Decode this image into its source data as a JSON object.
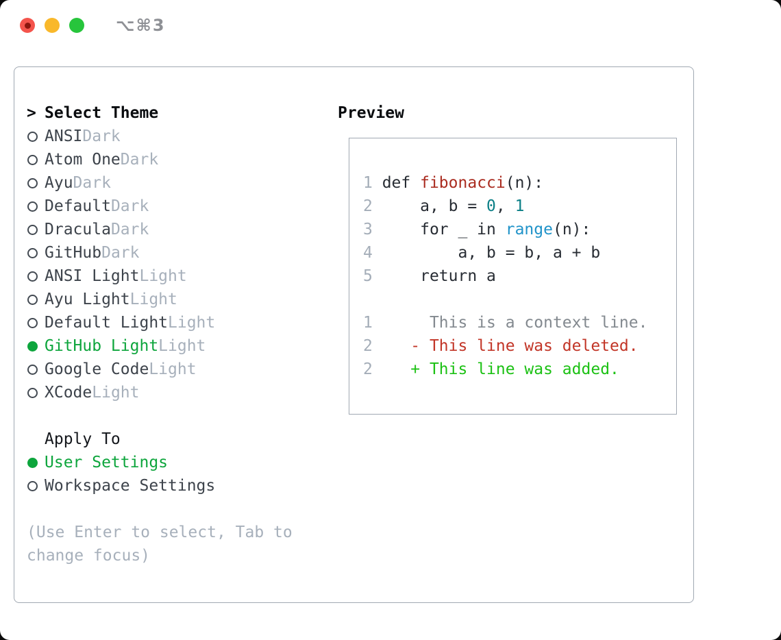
{
  "window": {
    "title": "⌥⌘3",
    "controls": [
      "close",
      "minimize",
      "zoom"
    ]
  },
  "colors": {
    "accent_green": "#0da53c",
    "diff_added_green": "#1cc114",
    "diff_deleted_red": "#c23527",
    "function_red": "#aa2c20",
    "number_teal": "#0b7f86",
    "builtin_blue": "#2093c9",
    "muted_gray": "#a7b0bb",
    "line_number_gray": "#a4adb8",
    "context_gray": "#83898f",
    "border_gray": "#a0a8b2",
    "traffic_red": "#f4544c",
    "traffic_yellow": "#f9b82b",
    "traffic_green": "#27c53c"
  },
  "theme_panel": {
    "header_prefix": ">",
    "header": "Select Theme",
    "items": [
      {
        "name": "ANSI",
        "variant": "Dark",
        "selected": false
      },
      {
        "name": "Atom One",
        "variant": "Dark",
        "selected": false
      },
      {
        "name": "Ayu",
        "variant": "Dark",
        "selected": false
      },
      {
        "name": "Default",
        "variant": "Dark",
        "selected": false
      },
      {
        "name": "Dracula",
        "variant": "Dark",
        "selected": false
      },
      {
        "name": "GitHub",
        "variant": "Dark",
        "selected": false
      },
      {
        "name": "ANSI Light",
        "variant": "Light",
        "selected": false
      },
      {
        "name": "Ayu Light",
        "variant": "Light",
        "selected": false
      },
      {
        "name": "Default Light",
        "variant": "Light",
        "selected": false
      },
      {
        "name": "GitHub Light",
        "variant": "Light",
        "selected": true
      },
      {
        "name": "Google Code",
        "variant": "Light",
        "selected": false
      },
      {
        "name": "XCode",
        "variant": "Light",
        "selected": false
      }
    ],
    "apply_to": {
      "header": "Apply To",
      "options": [
        {
          "label": "User Settings",
          "selected": true
        },
        {
          "label": "Workspace Settings",
          "selected": false
        }
      ]
    },
    "hint": "(Use Enter to select, Tab to change focus)"
  },
  "preview": {
    "header": "Preview",
    "rows": [
      {
        "num": "",
        "segs": []
      },
      {
        "num": "1",
        "segs": [
          {
            "t": " def ",
            "c": "p"
          },
          {
            "t": "fibonacci",
            "c": "fn"
          },
          {
            "t": "(n):",
            "c": "p"
          }
        ]
      },
      {
        "num": "2",
        "segs": [
          {
            "t": "     a, b = ",
            "c": "p"
          },
          {
            "t": "0",
            "c": "nm"
          },
          {
            "t": ", ",
            "c": "p"
          },
          {
            "t": "1",
            "c": "nm"
          }
        ]
      },
      {
        "num": "3",
        "segs": [
          {
            "t": "     for _ in ",
            "c": "p"
          },
          {
            "t": "range",
            "c": "bi"
          },
          {
            "t": "(n):",
            "c": "p"
          }
        ]
      },
      {
        "num": "4",
        "segs": [
          {
            "t": "         a, b = b, a + b",
            "c": "p"
          }
        ]
      },
      {
        "num": "5",
        "segs": [
          {
            "t": "     return a",
            "c": "p"
          }
        ]
      },
      {
        "num": "",
        "segs": []
      },
      {
        "num": "1",
        "segs": [
          {
            "t": "      This is a context line.",
            "c": "ctx"
          }
        ]
      },
      {
        "num": "2",
        "segs": [
          {
            "t": "    ",
            "c": "p"
          },
          {
            "t": "- This line was deleted.",
            "c": "del"
          }
        ]
      },
      {
        "num": "2",
        "segs": [
          {
            "t": "    ",
            "c": "p"
          },
          {
            "t": "+ This line was added.",
            "c": "add"
          }
        ]
      },
      {
        "num": "",
        "segs": []
      }
    ]
  }
}
